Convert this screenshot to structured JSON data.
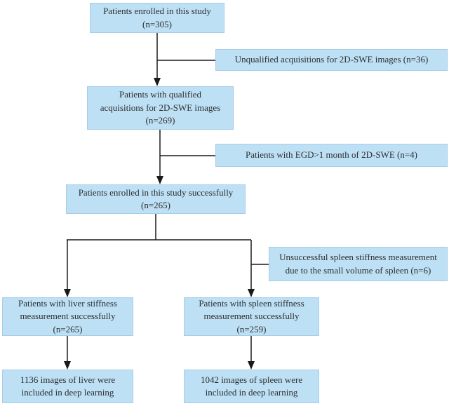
{
  "diagram": {
    "name": "patient-enrollment-flowchart",
    "colors": {
      "box_fill": "#bde0f5",
      "box_border": "#a6cde9",
      "line": "#1a1a1a",
      "text": "#2e2e2e"
    },
    "nodes": {
      "enrolled": {
        "text": "Patients enrolled in this study\n(n=305)"
      },
      "unqualified": {
        "text": "Unqualified acquisitions for 2D-SWE images (n=36)"
      },
      "qualified": {
        "text": "Patients with qualified\nacquisitions for 2D-SWE images\n(n=269)"
      },
      "egd": {
        "text": "Patients with EGD>1 month of  2D-SWE (n=4)"
      },
      "enrolled_success": {
        "text": "Patients enrolled in this study successfully\n(n=265)"
      },
      "spleen_fail": {
        "text": "Unsuccessful spleen stiffness measurement\ndue to the small volume of spleen (n=6)"
      },
      "liver": {
        "text": "Patients with liver stiffness\nmeasurement successfully\n(n=265)"
      },
      "spleen": {
        "text": "Patients with spleen stiffness\nmeasurement successfully\n(n=259)"
      },
      "liver_images": {
        "text": "1136 images of liver were\nincluded in deep learning"
      },
      "spleen_images": {
        "text": "1042 images of spleen were\nincluded in deep learning"
      }
    }
  }
}
